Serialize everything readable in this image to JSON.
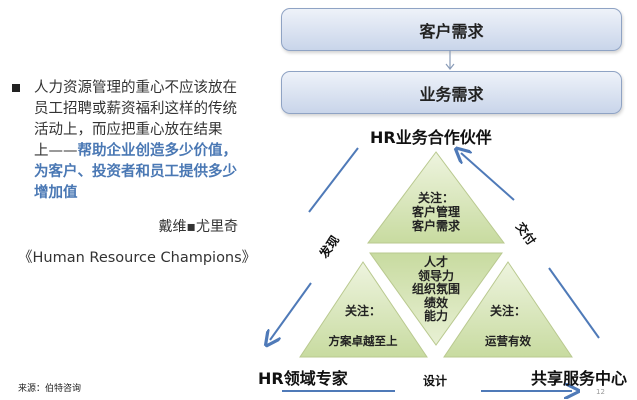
{
  "left_panel": {
    "bullet_text_normal": "人力资源管理的重心不应该放在员工招聘或薪资福利这样的传统活动上，而应把重心放在结果上——",
    "bullet_lines": [
      "人力资源管理的重心不应该放在",
      "员工招聘或薪资福利这样的传统",
      "活动上，而应把重心放在结果",
      "上——"
    ],
    "highlight_lines": [
      "帮助企业创造多少价值，",
      "为客户、投资者和员工提供多少",
      "增加值"
    ],
    "author": "戴维▪尤里奇",
    "book": "《Human Resource Champions》"
  },
  "flow": {
    "top_box": "客户需求",
    "second_box": "业务需求"
  },
  "triangle": {
    "top_label": "HR业务合作伙伴",
    "left_label": "HR领域专家",
    "right_label": "共享服务中心",
    "edge_left": "发现",
    "edge_right": "交付",
    "edge_bottom": "设计",
    "top_tri": [
      "关注：",
      "客户管理",
      "客户需求"
    ],
    "center_tri": [
      "人才",
      "领导力",
      "组织氛围",
      "绩效",
      "能力"
    ],
    "left_tri": [
      "关注：",
      "方案卓越至上"
    ],
    "right_tri": [
      "关注：",
      "运营有效"
    ]
  },
  "footer": {
    "source": "来源：伯特咨询",
    "page": "12"
  },
  "colors": {
    "highlight_blue": "#4a78b4",
    "arrow_blue": "#4f7ab8",
    "triangle_green": "#d4e3ae",
    "box_fill": "#dde5f3"
  }
}
